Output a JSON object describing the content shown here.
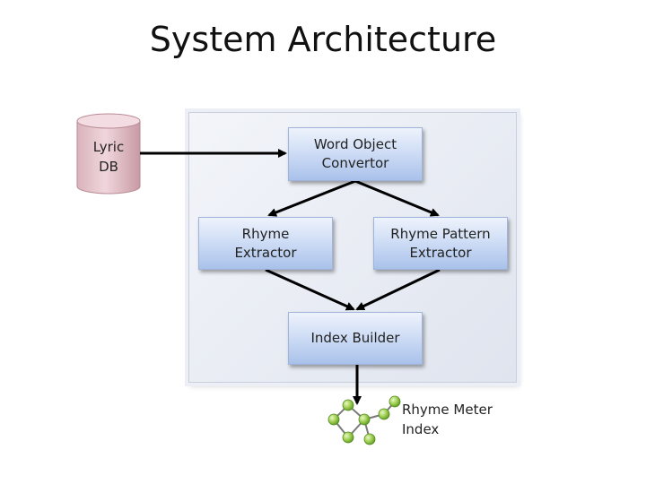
{
  "title": "System Architecture",
  "database": {
    "label_lines": [
      "Lyric",
      "DB"
    ]
  },
  "boxes": {
    "word_object_convertor": [
      "Word Object",
      "Convertor"
    ],
    "rhyme_extractor": [
      "Rhyme",
      "Extractor"
    ],
    "rhyme_pattern_extractor": [
      "Rhyme Pattern",
      "Extractor"
    ],
    "index_builder": [
      "Index Builder"
    ]
  },
  "output": {
    "label_lines": [
      "Rhyme Meter",
      "Index"
    ],
    "icon": "tree-network-icon"
  },
  "colors": {
    "box_fill": "#c9d9f4",
    "db_fill": "#e6c4cc",
    "node_green": "#8cc63f",
    "arrow": "#000000"
  }
}
